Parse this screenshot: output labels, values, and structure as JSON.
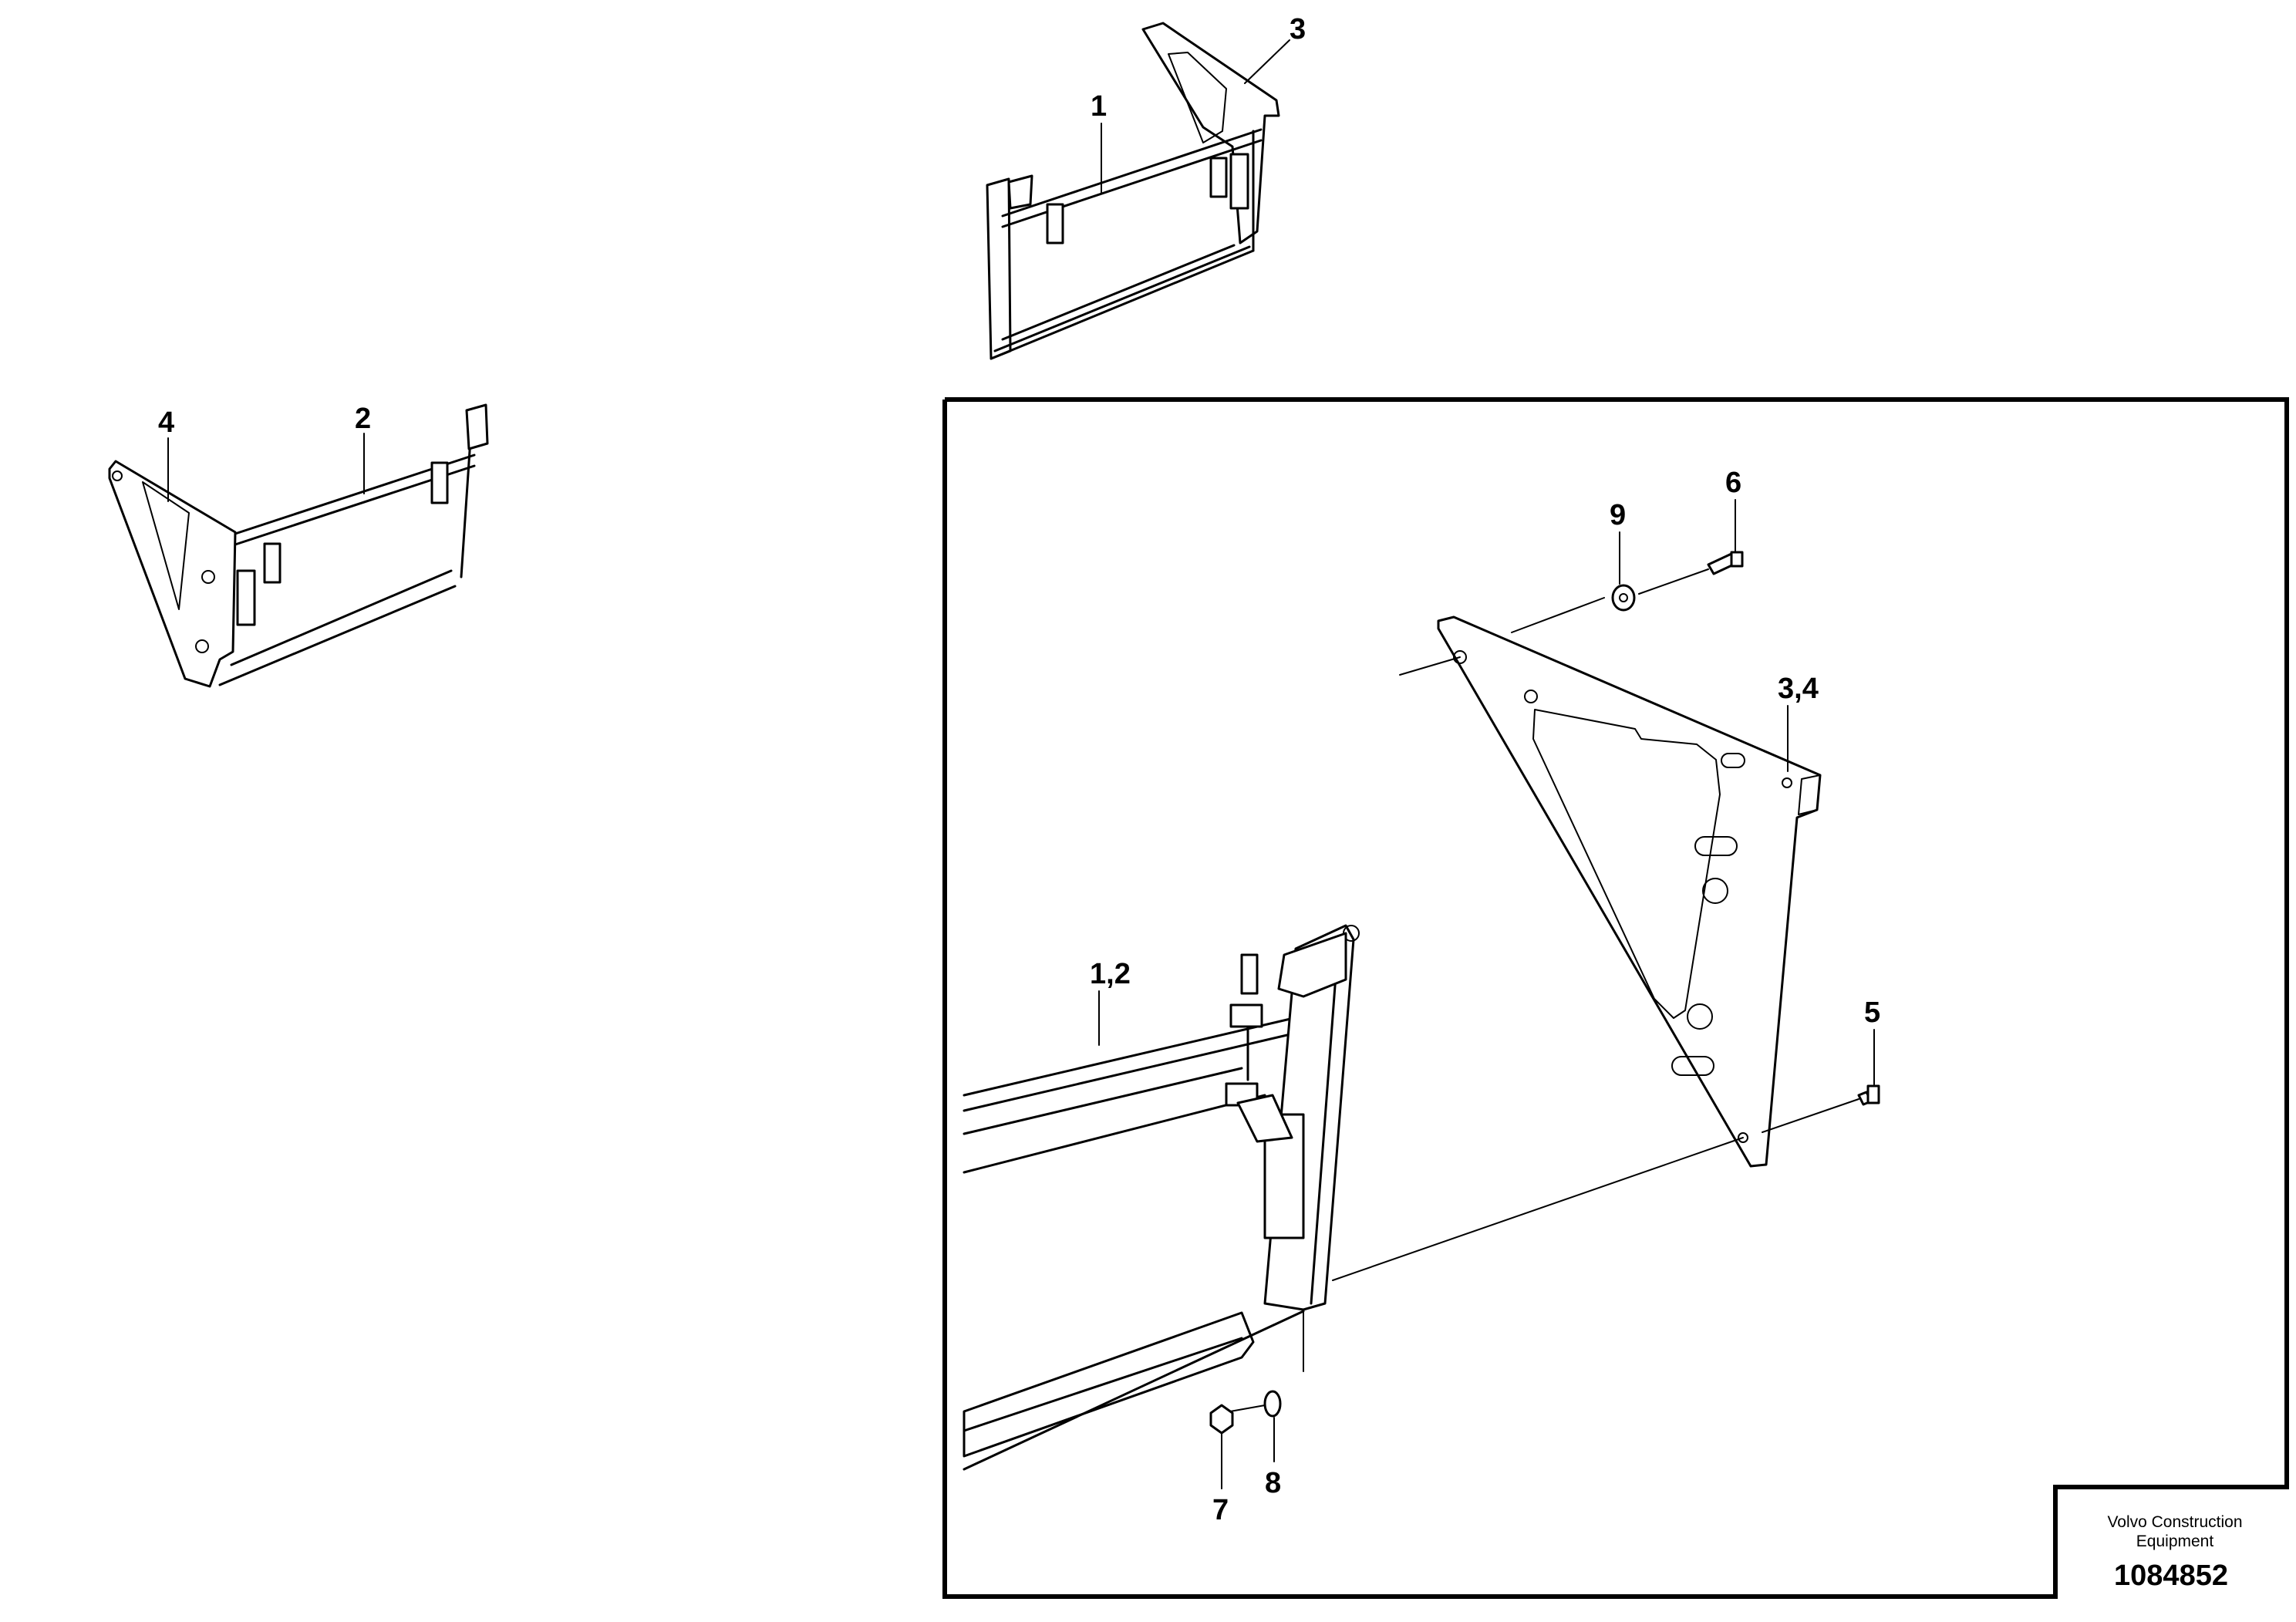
{
  "callouts": {
    "top_assembly": [
      "1",
      "3"
    ],
    "left_assembly": [
      "4",
      "2"
    ],
    "detail": [
      "9",
      "6",
      "3,4",
      "1,2",
      "5",
      "7",
      "8"
    ]
  },
  "footer": {
    "company_line1": "Volvo Construction",
    "company_line2": "Equipment",
    "drawing_number": "1084852"
  }
}
